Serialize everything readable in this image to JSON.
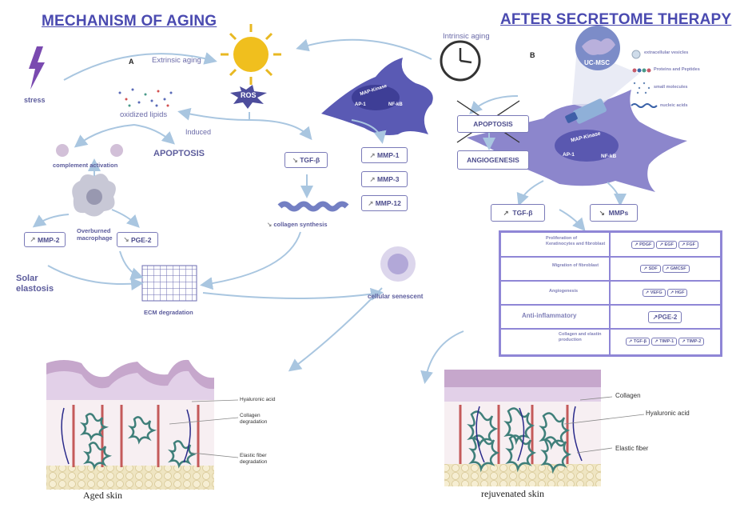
{
  "titles": {
    "left": "MECHANISM OF AGING",
    "right": "AFTER SECRETOME THERAPY"
  },
  "panel_left": {
    "letter": "A",
    "stress": "stress",
    "extrinsic": "Extrinsic aging",
    "ros": "ROS",
    "oxidized": "oxidized lipids",
    "induced": "Induced",
    "apoptosis": "APOPTOSIS",
    "complement": "complement activation",
    "macrophage": "Overburned macrophage",
    "mmp2": "MMP-2",
    "pge2": "PGE-2",
    "solar": "Solar elastosis",
    "ecm": "ECM degradation",
    "tgf": "TGF-β",
    "collagen_syn": "collagen synthesis",
    "mmp1": "MMP-1",
    "mmp3": "MMP-3",
    "mmp12": "MMP-12",
    "mapk": "MAP-Kinase",
    "ap1": "AP-1",
    "nfkb": "NF-kB",
    "senescent": "cellular senescent"
  },
  "panel_right": {
    "letter": "B",
    "intrinsic": "Intrinsic aging",
    "ucmsc": "UC-MSC",
    "legend": [
      "extracellular vesicles",
      "Proteins and Peptides",
      "small molecules",
      "nucleic acids"
    ],
    "apoptosis": "APOPTOSIS",
    "angiogenesis": "ANGIOGENESIS",
    "mapk": "MAP-Kinase",
    "ap1": "AP-1",
    "nfkb": "NF-kB",
    "tgf": "TGF-β",
    "mmps": "MMPs"
  },
  "table": {
    "rows": [
      {
        "label": "Proliferation of Keratinocytes and fibroblast",
        "factors": [
          "PDGF",
          "EGF",
          "FGF"
        ]
      },
      {
        "label": "Migration of fibroblast",
        "factors": [
          "SDF",
          "GMCSF"
        ]
      },
      {
        "label": "Angiogenesis",
        "factors": [
          "VEFG",
          "HGF"
        ]
      },
      {
        "label": "Anti-inflammatory",
        "factors": [
          "PGE-2"
        ]
      },
      {
        "label": "Collagen and elastin production",
        "factors": [
          "TGF-β",
          "TIMP-1",
          "TIMP-2"
        ]
      }
    ]
  },
  "skin_left": {
    "caption": "Aged skin",
    "labels": [
      "Hyaluronic acid",
      "Collagen degradation",
      "Elastic fiber degradation"
    ]
  },
  "skin_right": {
    "caption": "rejuvenated skin",
    "labels": [
      "Collagen",
      "Hyaluronic acid",
      "Elastic fiber"
    ]
  }
}
